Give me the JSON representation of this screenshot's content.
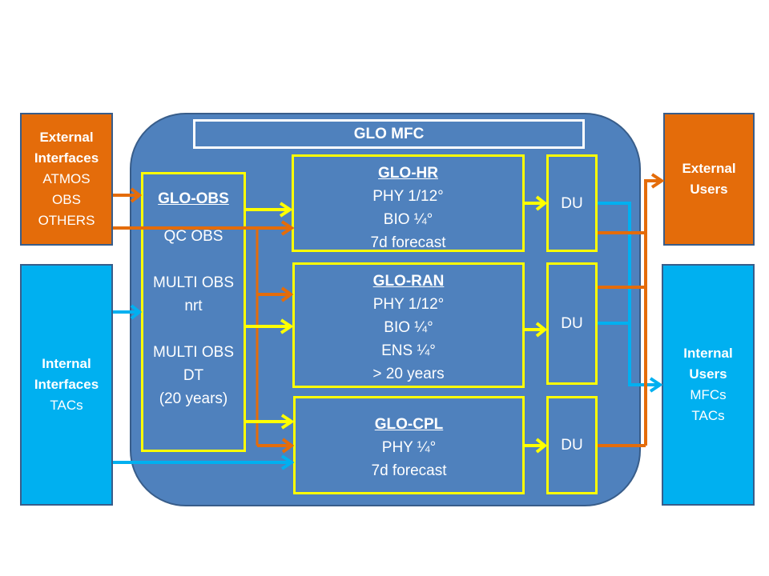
{
  "diagram": {
    "title": "GLO MFC",
    "external_interfaces": {
      "heading": [
        "External",
        "Interfaces"
      ],
      "items": [
        "ATMOS",
        "OBS",
        "OTHERS"
      ]
    },
    "internal_interfaces": {
      "heading": [
        "Internal",
        "Interfaces"
      ],
      "items": [
        "TACs"
      ]
    },
    "glo_obs": {
      "title": "GLO-OBS",
      "lines": [
        "QC OBS",
        "",
        "MULTI OBS",
        "nrt",
        "",
        "MULTI OBS",
        "DT",
        "(20 years)"
      ]
    },
    "glo_hr": {
      "title": "GLO-HR",
      "lines": [
        "PHY 1/12°",
        "BIO ¼°",
        "7d forecast"
      ]
    },
    "glo_ran": {
      "title": "GLO-RAN",
      "lines": [
        "PHY 1/12°",
        "BIO ¼°",
        "ENS ¼°",
        "> 20 years"
      ]
    },
    "glo_cpl": {
      "title": "GLO-CPL",
      "lines": [
        "PHY ¼°",
        "7d forecast"
      ]
    },
    "du_label": "DU",
    "external_users": {
      "heading": [
        "External",
        "Users"
      ]
    },
    "internal_users": {
      "heading": [
        "Internal",
        "Users"
      ],
      "items": [
        "MFCs",
        "TACs"
      ]
    },
    "colors": {
      "external": "#E46C0A",
      "internal": "#00B0F0",
      "mfc": "#4F81BD",
      "component_border": "#FFFF00"
    }
  }
}
